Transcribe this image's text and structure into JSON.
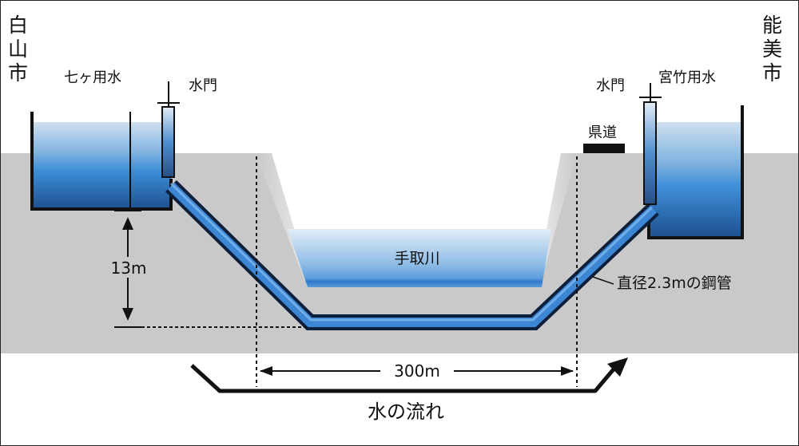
{
  "cities": {
    "left": [
      "白",
      "山",
      "市"
    ],
    "right": [
      "能",
      "美",
      "市"
    ]
  },
  "labels": {
    "left_canal": "七ヶ用水",
    "left_gate": "水門",
    "right_gate": "水門",
    "right_canal": "宮竹用水",
    "road": "県道",
    "river": "手取川",
    "depth": "13m",
    "pipe": "直径2.3mの鋼管",
    "distance": "300m",
    "flow": "水の流れ"
  }
}
